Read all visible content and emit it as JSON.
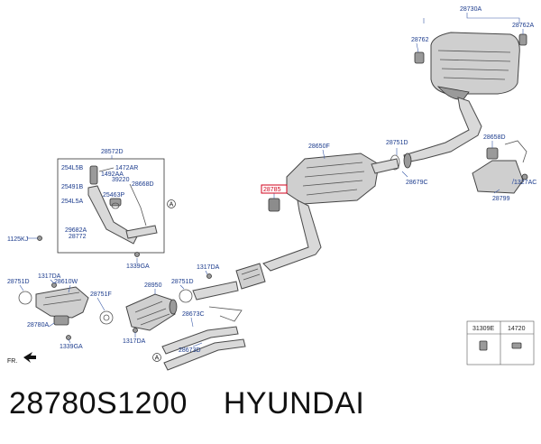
{
  "labels": {
    "l28730A": "28730A",
    "l28762a": "28762",
    "l28762b": "28762A",
    "l28650F": "28650F",
    "l28751Da": "28751D",
    "l28658D": "28658D",
    "l28679C": "28679C",
    "l28799": "28799",
    "l1327AC": "1327AC",
    "l28785": "28785",
    "l28572D": "28572D",
    "l254L5B": "254L5B",
    "l1472AR": "1472AR",
    "l1492AA": "1492AA",
    "l39220": "39220",
    "l25491B": "25491B",
    "l28668D": "28668D",
    "l25463P": "25463P",
    "l254L5A": "254L5A",
    "l29682A": "29682A",
    "l28772": "28772",
    "l1125KJ": "1125KJ",
    "l1339GAa": "1339GA",
    "l1317DAa": "1317DA",
    "l28751Db": "28751D",
    "l28610W": "28610W",
    "l28751F": "28751F",
    "l28950": "28950",
    "l28751Dc": "28751D",
    "l1317DAb": "1317DA",
    "l28780A": "28780A",
    "l1339GAb": "1339GA",
    "l1317DAc": "1317DA",
    "l28673C": "28673C",
    "l28673D": "28673D",
    "l31309E": "31309E",
    "l14720": "14720",
    "circleA1": "A",
    "circleA2": "A",
    "fr": "FR."
  },
  "footer": {
    "part_number": "28780S1200",
    "brand": "HYUNDAI"
  },
  "colors": {
    "label": "#1a3a8c",
    "highlight": "#d0021b"
  }
}
